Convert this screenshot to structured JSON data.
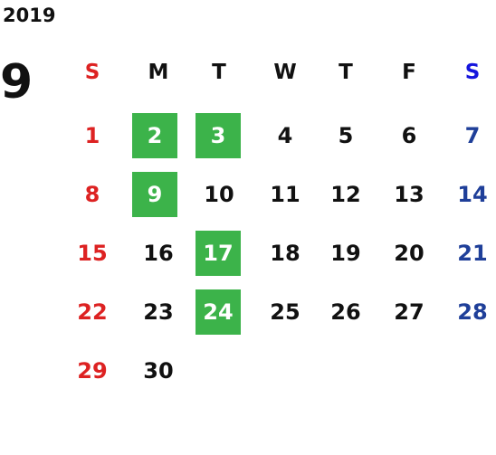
{
  "year": "2019",
  "month": "9",
  "weekdays": [
    "S",
    "M",
    "T",
    "W",
    "T",
    "F",
    "S"
  ],
  "weeks": [
    [
      "",
      "",
      "",
      "",
      "",
      "",
      ""
    ],
    [
      "1",
      "2",
      "3",
      "4",
      "5",
      "6",
      "7"
    ],
    [
      "8",
      "9",
      "10",
      "11",
      "12",
      "13",
      "14"
    ],
    [
      "15",
      "16",
      "17",
      "18",
      "19",
      "20",
      "21"
    ],
    [
      "22",
      "23",
      "24",
      "25",
      "26",
      "27",
      "28"
    ],
    [
      "29",
      "30",
      "",
      "",
      "",
      "",
      ""
    ]
  ],
  "highlighted_days": [
    "2",
    "3",
    "9",
    "17",
    "24"
  ],
  "colors": {
    "sunday": "#dd2222",
    "saturday": "#1f3f99",
    "sunday_header": "#dd2222",
    "saturday_header": "#1515dd",
    "highlight": "#3cb34a",
    "text": "#111111"
  }
}
